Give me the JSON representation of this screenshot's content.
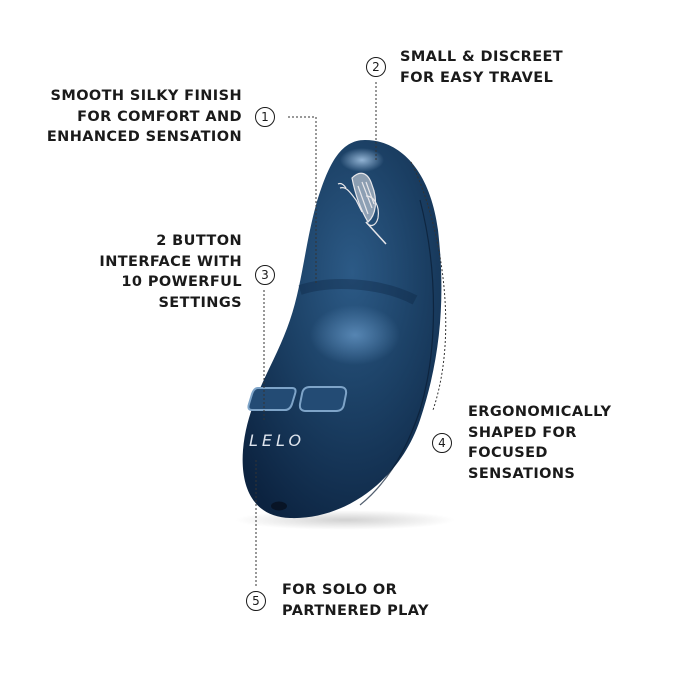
{
  "product": {
    "brand_logo": "LELO",
    "emblem": "butterfly-icon",
    "colors": {
      "body": "#1c4166",
      "body_dark": "#0f2a47",
      "highlight": "#6f9bc4",
      "emblem": "#e6e6ea",
      "text": "#1a1a1a"
    }
  },
  "callouts": [
    {
      "number": "1",
      "lines": [
        "SMOOTH SILKY FINISH",
        "FOR COMFORT AND",
        "ENHANCED SENSATION"
      ]
    },
    {
      "number": "2",
      "lines": [
        "SMALL & DISCREET",
        "FOR EASY TRAVEL"
      ]
    },
    {
      "number": "3",
      "lines": [
        "2 BUTTON",
        "INTERFACE WITH",
        "10 POWERFUL",
        "SETTINGS"
      ]
    },
    {
      "number": "4",
      "lines": [
        "ERGONOMICALLY",
        "SHAPED FOR",
        "FOCUSED",
        "SENSATIONS"
      ]
    },
    {
      "number": "5",
      "lines": [
        "FOR SOLO OR",
        "PARTNERED PLAY"
      ]
    }
  ]
}
